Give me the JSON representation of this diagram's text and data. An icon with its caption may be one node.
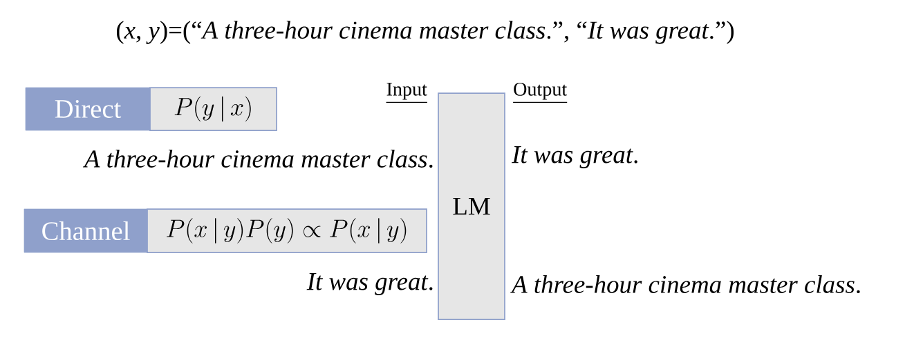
{
  "diagram": {
    "title": "(*x*, *y*)=(“*A three-hour cinema master class*.”, “*It was great*.”)",
    "nodes": [
      {
        "text": [
          "Direct"
        ]
      },
      {
        "text": [
          "P(y\\,|\\,x)"
        ]
      },
      {
        "text": [
          "Channel"
        ]
      },
      {
        "text": [
          "P(x\\,|\\,y)P(y) \\propto P(x\\,|\\,y)"
        ]
      },
      {
        "text": [
          "LM"
        ]
      }
    ],
    "labels": [
      "Input",
      "Output",
      "*A three-hour cinema master class*.",
      "*It was great*.",
      "*It was great*.",
      "*A three-hour cinema master class*."
    ]
  }
}
